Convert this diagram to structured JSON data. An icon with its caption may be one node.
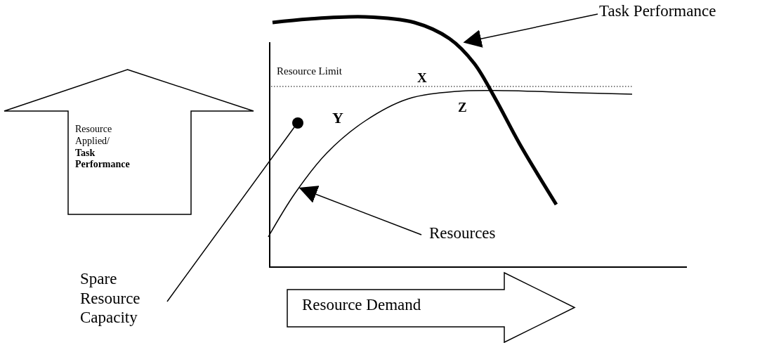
{
  "diagram": {
    "nodes": [
      {
        "text": [
          "Resource Applied/ **Task Performance**"
        ]
      },
      {
        "text": [
          "Resource Demand"
        ]
      },
      {
        "text": [
          "Task Performance"
        ]
      },
      {
        "text": [
          "Resources"
        ]
      },
      {
        "text": [
          "Spare Resource Capacity"
        ]
      },
      {
        "text": [],
        "shape": "circle"
      }
    ],
    "edges": [
      {
        "from": 2,
        "to": null,
        "arrow": "to"
      },
      {
        "from": 3,
        "to": null,
        "arrow": "to"
      },
      {
        "from": 4,
        "to": 5,
        "arrow": "none"
      }
    ],
    "labels": [
      "Resource Limit",
      "X",
      "Y",
      "Z"
    ]
  }
}
